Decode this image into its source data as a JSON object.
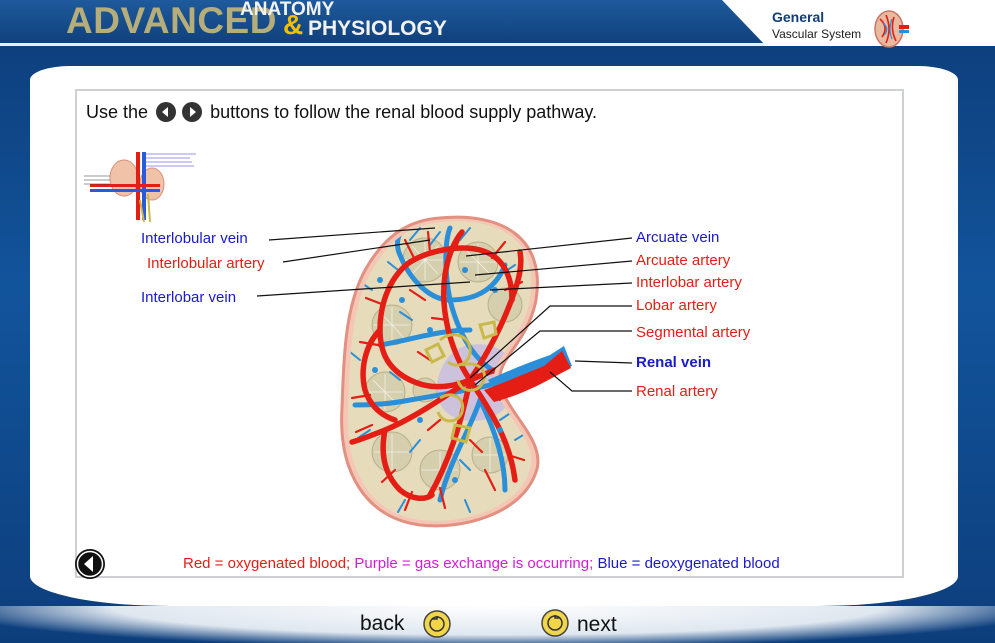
{
  "header": {
    "brand_advanced": "ADVANCED",
    "brand_amp": "&",
    "brand_anatomy": "ANATOMY",
    "brand_physiology": "PHYSIOLOGY",
    "badge_title": "General",
    "badge_subtitle": "Vascular System"
  },
  "instruction": {
    "before": "Use the",
    "after": "buttons to follow the renal blood supply pathway."
  },
  "labels_left": {
    "interlobular_vein": "Interlobular vein",
    "interlobular_artery": "Interlobular artery",
    "interlobar_vein": "Interlobar vein"
  },
  "labels_right": {
    "arcuate_vein": "Arcuate vein",
    "arcuate_artery": "Arcuate artery",
    "interlobar_artery": "Interlobar artery",
    "lobar_artery": "Lobar artery",
    "segmental_artery": "Segmental artery",
    "renal_vein": "Renal vein",
    "renal_artery": "Renal artery"
  },
  "legend": {
    "red": "Red = oxygenated blood;",
    "purple": "Purple = gas exchange is occurring;",
    "blue": "Blue = deoxygenated blood"
  },
  "footer": {
    "back": "back",
    "next": "next"
  },
  "colors": {
    "artery": "#e41e14",
    "vein": "#1a1ac8",
    "exchange": "#d81ad8",
    "header": "#0f3f7a",
    "accent": "#f2c000"
  }
}
